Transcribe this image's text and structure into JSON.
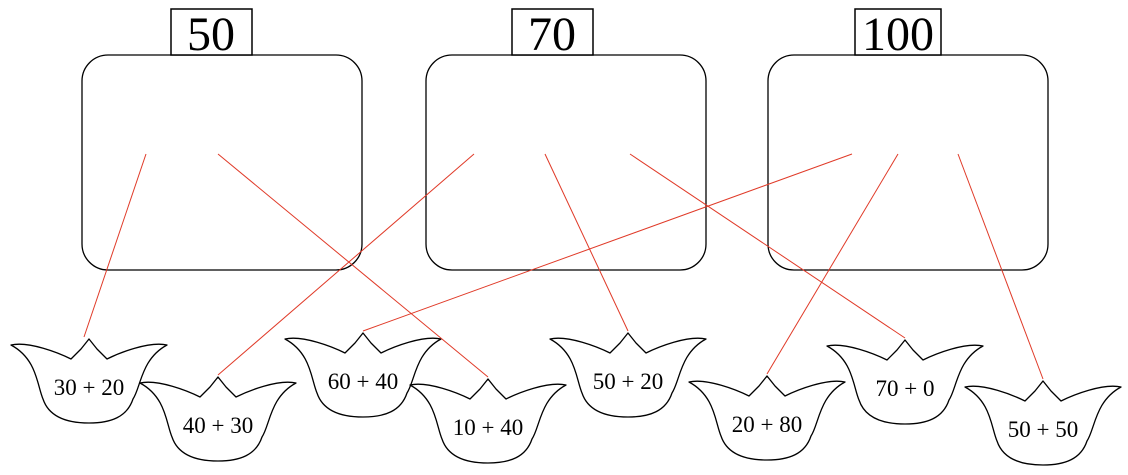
{
  "boxes": [
    {
      "id": "box-50",
      "label": "50"
    },
    {
      "id": "box-70",
      "label": "70"
    },
    {
      "id": "box-100",
      "label": "100"
    }
  ],
  "flowers": [
    {
      "id": "f1",
      "expr": "30 + 20",
      "matches": "50"
    },
    {
      "id": "f2",
      "expr": "40 + 30",
      "matches": "70"
    },
    {
      "id": "f3",
      "expr": "60 + 40",
      "matches": "100"
    },
    {
      "id": "f4",
      "expr": "10 + 40",
      "matches": "50"
    },
    {
      "id": "f5",
      "expr": "50 + 20",
      "matches": "70"
    },
    {
      "id": "f6",
      "expr": "20 + 80",
      "matches": "100"
    },
    {
      "id": "f7",
      "expr": "70 + 0",
      "matches": "70"
    },
    {
      "id": "f8",
      "expr": "50 + 50",
      "matches": "100"
    }
  ],
  "colors": {
    "link": "#e03a28",
    "outline": "#000000"
  }
}
